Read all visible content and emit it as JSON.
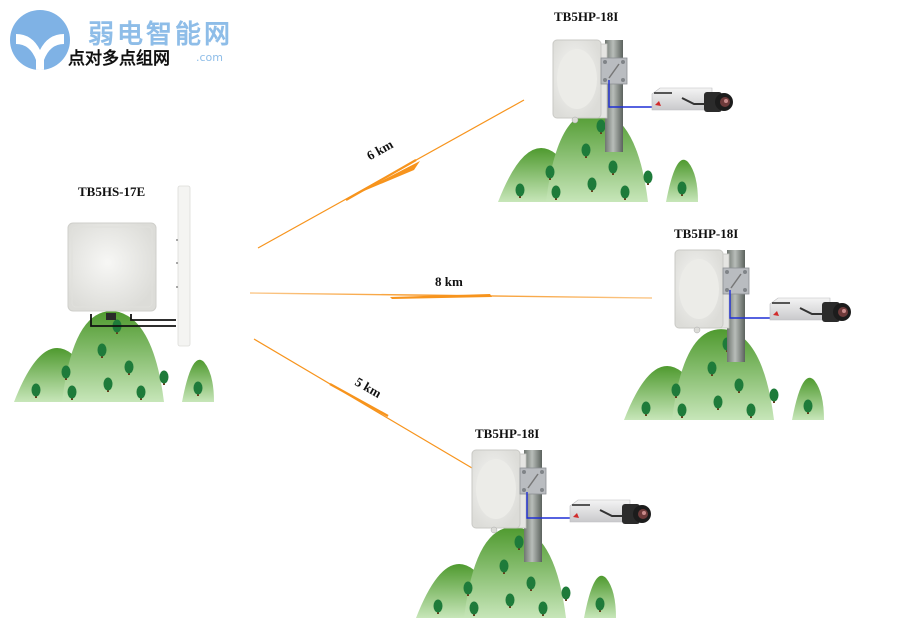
{
  "header": {
    "title": "点对多点组网",
    "watermark": "弱电智能网",
    "watermark_domain": ".com"
  },
  "devices": {
    "base_station": {
      "label": "TB5HS-17E"
    },
    "cpe_top": {
      "label": "TB5HP-18I"
    },
    "cpe_right": {
      "label": "TB5HP-18I"
    },
    "cpe_bottom": {
      "label": "TB5HP-18I"
    }
  },
  "links": [
    {
      "label": "6 km",
      "to": "cpe_top"
    },
    {
      "label": "8 km",
      "to": "cpe_right"
    },
    {
      "label": "5 km",
      "to": "cpe_bottom"
    }
  ],
  "colors": {
    "link": "#f7941d",
    "hill": "#5ea53a",
    "tree": "#1e7b3a",
    "cable_blue": "#1f2fd6",
    "logo": "#7fb2e5"
  }
}
